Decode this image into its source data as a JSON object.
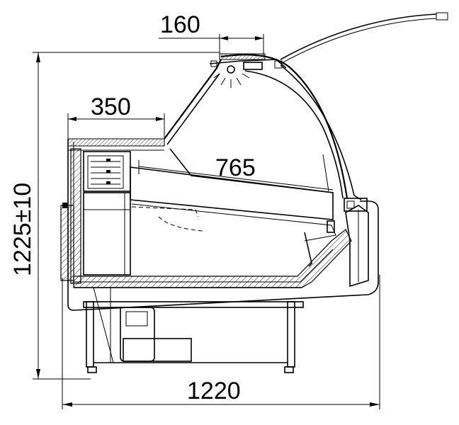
{
  "dimensions": {
    "top_depth": "160",
    "shelf_depth": "350",
    "glass_length": "765",
    "height": "1225±10",
    "width": "1220"
  }
}
